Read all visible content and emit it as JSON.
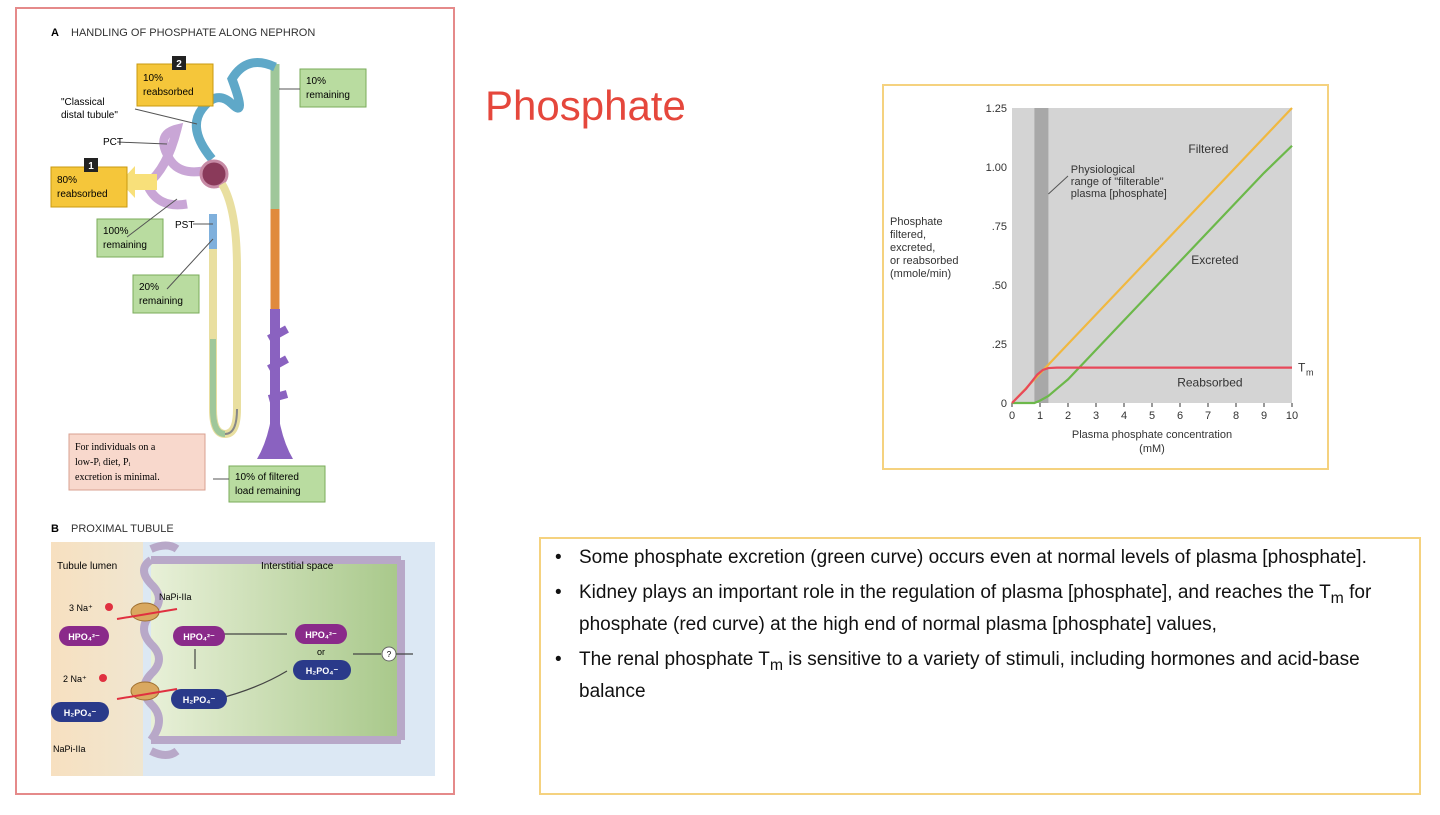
{
  "slide": {
    "title": "Phosphate"
  },
  "figure_a": {
    "heading_letter": "A",
    "heading": "HANDLING OF PHOSPHATE ALONG NEPHRON",
    "step1_number": "1",
    "step2_number": "2",
    "box_80_line1": "80%",
    "box_80_line2": "reabsorbed",
    "box_10r_line1": "10%",
    "box_10r_line2": "reabsorbed",
    "box_10rem_line1": "10%",
    "box_10rem_line2": "remaining",
    "box_100_line1": "100%",
    "box_100_line2": "remaining",
    "box_20_line1": "20%",
    "box_20_line2": "remaining",
    "box_final_line1": "10% of filtered",
    "box_final_line2": "load remaining",
    "label_classical_1": "\"Classical",
    "label_classical_2": "distal tubule\"",
    "label_pct": "PCT",
    "label_pst": "PST",
    "note_line1": "For individuals on a",
    "note_line2": "low-Pᵢ diet, Pᵢ",
    "note_line3": "excretion is minimal."
  },
  "figure_b": {
    "heading_letter": "B",
    "heading": "PROXIMAL TUBULE",
    "tubule_lumen": "Tubule lumen",
    "interstitial_space": "Interstitial space",
    "napi_top": "NaPi-IIa",
    "napi_bottom": "NaPi-IIa",
    "na3": "3 Na⁺",
    "na2": "2 Na⁺",
    "hpo4": "HPO₄²⁻",
    "h2po4": "H₂PO₄⁻",
    "or": "or",
    "question": "?"
  },
  "chart_data": {
    "type": "line",
    "title": "",
    "xlabel": "Plasma phosphate concentration (mM)",
    "xlabel_line1": "Plasma phosphate concentration",
    "xlabel_line2": "(mM)",
    "ylabel": "Phosphate filtered, excreted, or reabsorbed (mmole/min)",
    "ylabel_lines": [
      "Phosphate",
      "filtered,",
      "excreted,",
      "or reabsorbed",
      "(mmole/min)"
    ],
    "xlim": [
      0,
      10
    ],
    "ylim": [
      0,
      1.25
    ],
    "x_ticks": [
      "0",
      "1",
      "2",
      "3",
      "4",
      "5",
      "6",
      "7",
      "8",
      "9",
      "10"
    ],
    "y_ticks": [
      "0",
      ".25",
      ".50",
      ".75",
      "1.00",
      "1.25"
    ],
    "band_label_lines": [
      "Physiological",
      "range of \"filterable\"",
      "plasma [phosphate]"
    ],
    "band_range": [
      0.8,
      1.3
    ],
    "tm_label": "T",
    "tm_sub": "m",
    "series": [
      {
        "name": "Filtered",
        "color": "#f0b840",
        "x": [
          0,
          10
        ],
        "y": [
          0,
          1.25
        ]
      },
      {
        "name": "Excreted",
        "color": "#6cb84a",
        "x": [
          0,
          0.8,
          1.0,
          1.3,
          1.6,
          2.0,
          3.0,
          4.0,
          5.0,
          6.0,
          7.0,
          8.0,
          9.0,
          10.0
        ],
        "y": [
          0,
          0,
          0.01,
          0.03,
          0.06,
          0.1,
          0.225,
          0.35,
          0.475,
          0.6,
          0.725,
          0.85,
          0.975,
          1.09
        ]
      },
      {
        "name": "Reabsorbed",
        "color": "#e8485a",
        "x": [
          0,
          0.5,
          0.9,
          1.1,
          1.3,
          1.6,
          2.0,
          10.0
        ],
        "y": [
          0,
          0.06,
          0.12,
          0.14,
          0.148,
          0.15,
          0.15,
          0.15
        ]
      }
    ],
    "grid": false,
    "legend": "inline labels"
  },
  "bullets": [
    {
      "text": "Some phosphate excretion (green curve) occurs even at normal levels of plasma [phosphate]."
    },
    {
      "text_a": "Kidney plays an important role in the regulation of plasma [phosphate], and reaches the T",
      "sub": "m",
      "text_b": " for phosphate (red curve) at the high end of normal plasma [phosphate] values,"
    },
    {
      "text_a": "The renal phosphate T",
      "sub": "m",
      "text_b": " is sensitive to a variety of stimuli, including hormones and acid-base balance"
    }
  ],
  "bullet_char": "•"
}
